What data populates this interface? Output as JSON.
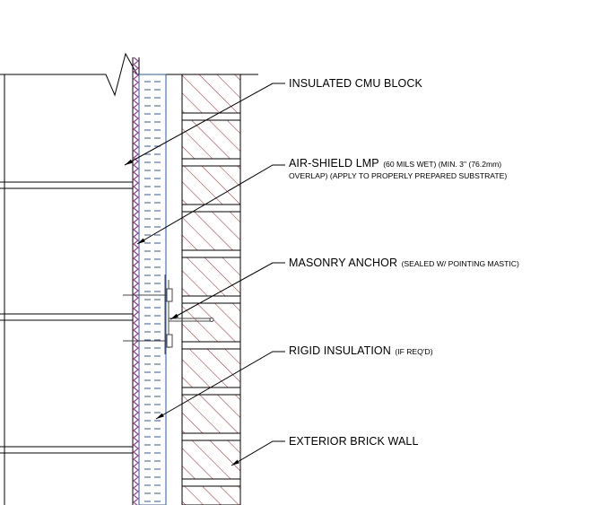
{
  "colors": {
    "line": "#000000",
    "brick_hatch": "#b22020",
    "insulation": "#2c5aa0",
    "membrane": "#9a3c9a",
    "anchor": "#444444"
  },
  "callouts": [
    {
      "id": "cmu",
      "main": "INSULATED CMU BLOCK",
      "sub": ""
    },
    {
      "id": "airshield",
      "main": "AIR-SHIELD LMP",
      "sub": "(60 MILS WET) (MIN. 3\" (76.2mm)",
      "cont": "OVERLAP) (APPLY TO PROPERLY PREPARED SUBSTRATE)"
    },
    {
      "id": "anchor",
      "main": "MASONRY ANCHOR",
      "sub": "(SEALED W/ POINTING MASTIC)"
    },
    {
      "id": "rigid",
      "main": "RIGID INSULATION",
      "sub": "(IF REQ'D)"
    },
    {
      "id": "brick",
      "main": "EXTERIOR BRICK WALL",
      "sub": ""
    }
  ]
}
